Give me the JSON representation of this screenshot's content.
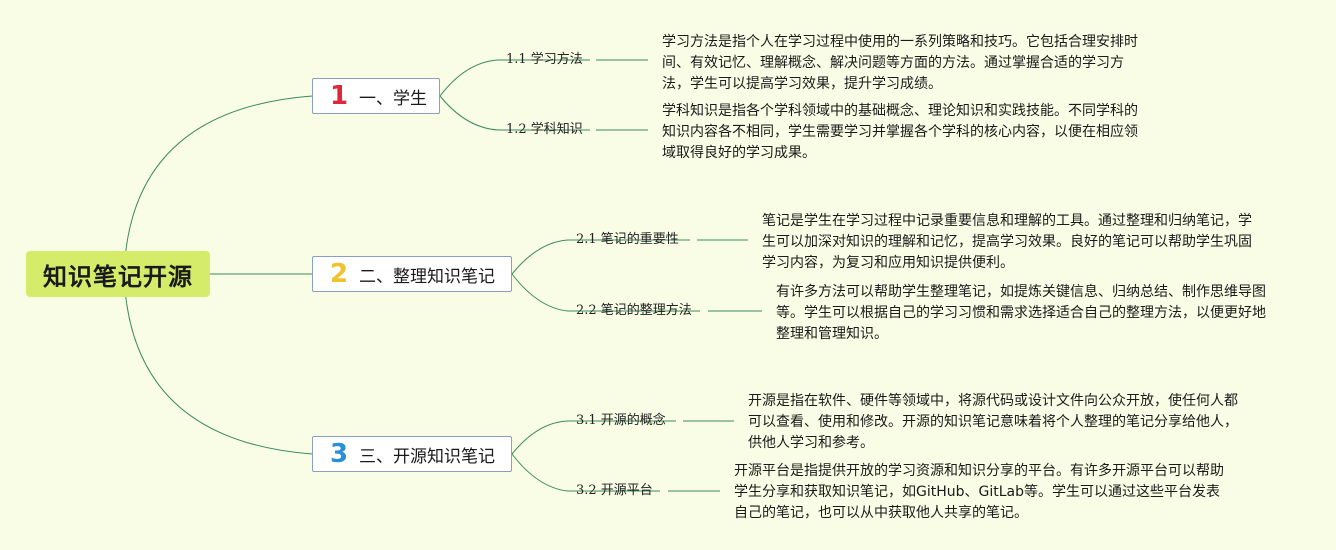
{
  "root": {
    "label": "知识笔记开源"
  },
  "branches": [
    {
      "number": "1",
      "number_color": "#e0263a",
      "label": "一、学生",
      "topics": [
        {
          "label": "1.1 学习方法",
          "description": "学习方法是指个人在学习过程中使用的一系列策略和技巧。它包括合理安排时间、有效记忆、理解概念、解决问题等方面的方法。通过掌握合适的学习方法，学生可以提高学习效果，提升学习成绩。"
        },
        {
          "label": "1.2 学科知识",
          "description": "学科知识是指各个学科领域中的基础概念、理论知识和实践技能。不同学科的知识内容各不相同，学生需要学习并掌握各个学科的核心内容，以便在相应领域取得良好的学习成果。"
        }
      ]
    },
    {
      "number": "2",
      "number_color": "#f2c12e",
      "label": "二、整理知识笔记",
      "topics": [
        {
          "label": "2.1 笔记的重要性",
          "description": "笔记是学生在学习过程中记录重要信息和理解的工具。通过整理和归纳笔记，学生可以加深对知识的理解和记忆，提高学习效果。良好的笔记可以帮助学生巩固学习内容，为复习和应用知识提供便利。"
        },
        {
          "label": "2.2 笔记的整理方法",
          "description": "有许多方法可以帮助学生整理笔记，如提炼关键信息、归纳总结、制作思维导图等。学生可以根据自己的学习习惯和需求选择适合自己的整理方法，以便更好地整理和管理知识。"
        }
      ]
    },
    {
      "number": "3",
      "number_color": "#2a8fd6",
      "label": "三、开源知识笔记",
      "topics": [
        {
          "label": "3.1 开源的概念",
          "description": "开源是指在软件、硬件等领域中，将源代码或设计文件向公众开放，使任何人都可以查看、使用和修改。开源的知识笔记意味着将个人整理的笔记分享给他人，供他人学习和参考。"
        },
        {
          "label": "3.2 开源平台",
          "description": "开源平台是指提供开放的学习资源和知识分享的平台。有许多开源平台可以帮助学生分享和获取知识笔记，如GitHub、GitLab等。学生可以通过这些平台发表自己的笔记，也可以从中获取他人共享的笔记。"
        }
      ]
    }
  ],
  "colors": {
    "background": "#fafde6",
    "root_fill": "#d5ec6a",
    "link": "#3a8a5c",
    "box_border": "#8aa0c0"
  }
}
